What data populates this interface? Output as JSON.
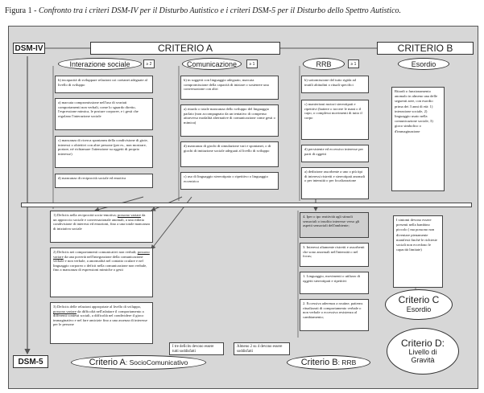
{
  "caption": {
    "prefix": "Figura 1",
    "text": "- Confronto tra i criteri DSM-IV per il Disturbo Autistico e i criteri DSM-5 per il Disturbo dello Spettro Autistico."
  },
  "top": {
    "dsm4": "DSM-IV",
    "criterio_a": "CRITERIO A",
    "criterio_b": "CRITERIO B"
  },
  "columns": {
    "interazione": {
      "label": "Interazione sociale",
      "badge": "≥ 2"
    },
    "comunicazione": {
      "label": "Comunicazione",
      "badge": "≥ 1"
    },
    "rrb": {
      "label": "RRB",
      "badge": "≥ 1"
    },
    "esordio": {
      "label": "Esordio"
    }
  },
  "dsm4_boxes": {
    "social": [
      "b) incapacità di sviluppare relazioni coi coetanei adeguate al livello di sviluppo",
      "a) marcata compromissione nell'uso di svariati comportamenti non verbali, come lo sguardo diretto, l'espressione mimica, le posture corporee, e i gesti che regolano l'interazione sociale",
      "c) mancanza di ricerca spontanea della condivisione di gioie, interessi o obiettivi con altre persone (per es., non mostrare, portare, né richiamare l'attenzione su oggetti di proprio interesse)",
      "d) mancanza di reciprocità sociale ed emotiva"
    ],
    "communication": [
      "b) in soggetti con linguaggio adeguato, marcata compromissione della capacità di iniziare o sostenere una conversazione con altri",
      "a) ritardo o totale mancanza dello sviluppo del linguaggio parlato (non accompagnato da un tentativo di compenso attraverso modalità alternative di comunicazione come gesti o mimica)",
      "d) mancanza di giochi di simulazione vari e spontanei, o di giochi di imitazione sociale adeguati al livello di sviluppo",
      "c) uso di linguaggio stereotipato o ripetitivo o linguaggio eccentrico"
    ],
    "rrb": [
      "b) sottomissione del tutto rigida ad inutili abitudini o rituali specifici",
      "c) manierismi motori stereotipati e ripetitivi (battere o torcere le mani o il capo, o complessi movimenti di tutto il corpo",
      "d) persistente ed eccessivo interesse per parti di oggetti",
      "a) dedizione assorbente a uno o più tipi di interessi ristretti e stereotipati anomali o per intensità o per focalizzazione"
    ],
    "esordio": "Ritardi o funzionamento anomalo in almeno una delle seguenti aree, con esordio prima dei 3 anni di età: 1) interazione sociale, 2) linguaggio usato nella comunicazione sociale, 3) gioco simbolico o d'immaginazione"
  },
  "dsm5_boxes": {
    "social": [
      {
        "pre": "1) Deficits nella reciprocità socio-emotiva;",
        "u": "possono variare",
        "post": "da un approccio sociale e conversazionale anomali, a una ridotta condivisione di interessi ed emozioni, fino a una totale mancanza di iniziativa sociale"
      },
      {
        "pre": "2) Deficits nei comportamenti comunicativi non verbali;",
        "u": "possono variare",
        "post": "da una povertà nell'integrazione della comunicazione verbale e non verbale, a anormalità nel contatto oculare e nel linguaggio corporeo o deficit nella comunicazione non verbale, fino a mancanza di espressioni mimiche o gesti"
      },
      {
        "pre": "3) Deficits delle relazioni appropriate al livello di sviluppo,",
        "u": "possono variare",
        "post": "da difficoltà nell'adattare il comportamento a differenti contesti sociali, a difficoltà nel condividere il gioco immaginativo e nel fare amicizie fino a una assenza di interesse per le persone"
      }
    ],
    "rrb": [
      "4. Iper o ipo reattività agli stimoli sensoriali o insolito interesse verso gli aspetti sensoriali dell'ambiente;",
      "3. Interessi altamente ristretti e assorbenti che sono anormali nell'intensità o nel focus;",
      "1. Linguaggio, movimenti o utilizzo di oggetti stereotipati e ripetitivi",
      "2. Eccessiva aderenza a routine, patterns ritualizzati di comportamento verbale o non verbale o eccessiva resistenza al cambiamento;"
    ],
    "criterio_c_text": "I sintomi devono essere presenti nella bambino piccolo ( ma possono non diventare pienamente manifesti finché le richieste sociali non eccedono le capacità limitate)"
  },
  "notes": {
    "social": "I tre deficits devono essere tutti soddisfatti",
    "rrb": "Almeno 2 su 4 devono essere soddisfatti"
  },
  "bottom": {
    "dsm5": "DSM-5",
    "criterio_a_prefix": "Criterio A",
    "criterio_a_suffix": ": SocioComunicativo",
    "criterio_b_prefix": "Criterio B",
    "criterio_b_suffix": ": RRB",
    "criterio_c_title": "Criterio C",
    "criterio_c_sub": "Esordio",
    "criterio_d_title": "Criterio D",
    "criterio_d_colon": ":",
    "criterio_d_sub1": "Livello di",
    "criterio_d_sub2": "Gravità"
  }
}
